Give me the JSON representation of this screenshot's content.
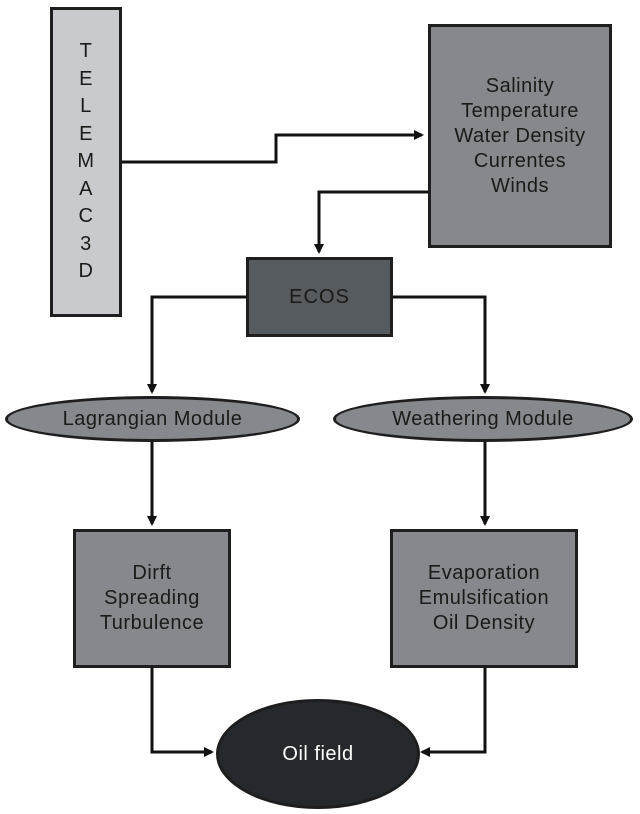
{
  "nodes": {
    "telemac": {
      "label": "TELEMAC3D"
    },
    "params": {
      "lines": [
        "Salinity",
        "Temperature",
        "Water Density",
        "Currentes",
        "Winds"
      ]
    },
    "ecos": {
      "label": "ECOS"
    },
    "lagrangian": {
      "label": "Lagrangian Module"
    },
    "weathering": {
      "label": "Weathering Module"
    },
    "drift": {
      "lines": [
        "Dirft",
        "Spreading",
        "Turbulence"
      ]
    },
    "evap": {
      "lines": [
        "Evaporation",
        "Emulsification",
        "Oil Density"
      ]
    },
    "oilfield": {
      "label": "Oil field"
    }
  },
  "colors": {
    "telemac_fill": "#c9cacd",
    "box_fill": "#86888d",
    "ecos_fill": "#565b5f",
    "oval_fill": "#85888d",
    "oilfield_fill": "#25292d",
    "stroke": "#1e1e1e"
  }
}
